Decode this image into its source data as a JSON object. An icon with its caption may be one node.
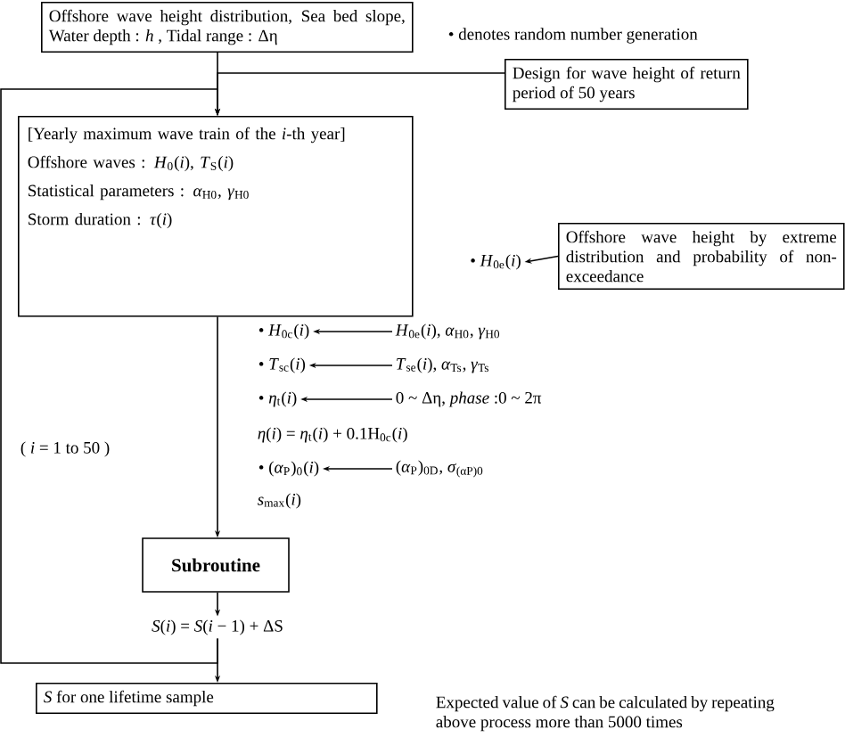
{
  "diagram": {
    "nodes": [
      {
        "text": [
          "Offshore wave height distribution, Sea bed slope, Water depth : *h* , Tidal range : Δη"
        ]
      },
      {
        "text": [
          "Design for wave height of return period of 50 years"
        ]
      },
      {
        "text": [
          "[Yearly maximum wave train of the *i*-th year]",
          "Offshore waves : *H*$_{0}$(*i*), *T*$_{S}$(*i*)",
          "Statistical parameters : *α*$_{H0}$, *γ*$_{H0}$",
          "Storm duration : *τ*(*i*)"
        ]
      },
      {
        "text": [
          "• *H*$_{0e}$(*i*)"
        ]
      },
      {
        "text": [
          "Offshore wave height by extreme distribution and probability of non-exceedance"
        ]
      },
      {
        "text": [
          "• *H*$_{0c}$(*i*)"
        ]
      },
      {
        "text": [
          "*H*$_{0e}$(*i*), *α*$_{H0}$, *γ*$_{H0}$"
        ]
      },
      {
        "text": [
          "• *T*$_{sc}$(*i*)"
        ]
      },
      {
        "text": [
          "*T*$_{se}$(*i*), *α*$_{Ts}$, *γ*$_{Ts}$"
        ]
      },
      {
        "text": [
          "• *η*$_{t}$(*i*)"
        ]
      },
      {
        "text": [
          "0 ~ Δη, *phase* :0 ~ 2π"
        ]
      },
      {
        "text": [
          "• (*α*$_{P}$)$_{0}$(*i*)"
        ]
      },
      {
        "text": [
          "(*α*$_{P}$)$_{0D}$, *σ*$_{(αP)0}$"
        ]
      },
      {
        "text": [
          "Subroutine"
        ]
      },
      {
        "text": [
          "*S*(*i*) = *S*(*i* − 1) + ΔS"
        ]
      },
      {
        "text": [
          "*S* for one lifetime sample"
        ]
      }
    ],
    "edges": [
      {
        "from": 0,
        "to": 2,
        "arrow": "to"
      },
      {
        "from": 1,
        "to": 2,
        "arrow": "to"
      },
      {
        "from": 14,
        "to": 2,
        "arrow": "to"
      },
      {
        "from": 2,
        "to": 13,
        "arrow": "to"
      },
      {
        "from": 13,
        "to": 14,
        "arrow": "to"
      },
      {
        "from": 14,
        "to": 15,
        "arrow": "to"
      },
      {
        "from": 4,
        "to": 3,
        "arrow": "to"
      },
      {
        "from": 6,
        "to": 5,
        "arrow": "to"
      },
      {
        "from": 8,
        "to": 7,
        "arrow": "to"
      },
      {
        "from": 10,
        "to": 9,
        "arrow": "to"
      },
      {
        "from": 12,
        "to": 11,
        "arrow": "to"
      }
    ],
    "labels": [
      "• denotes random number generation",
      "*η*(*i*) = *η*$_{t}$(*i*) + 0.1H$_{0c}$(*i*)",
      "( *i* = 1 to 50 )",
      "*s*$_{max}$(*i*)",
      "Expected value of *S* can be calculated by repeating above process more than 5000 times"
    ]
  }
}
